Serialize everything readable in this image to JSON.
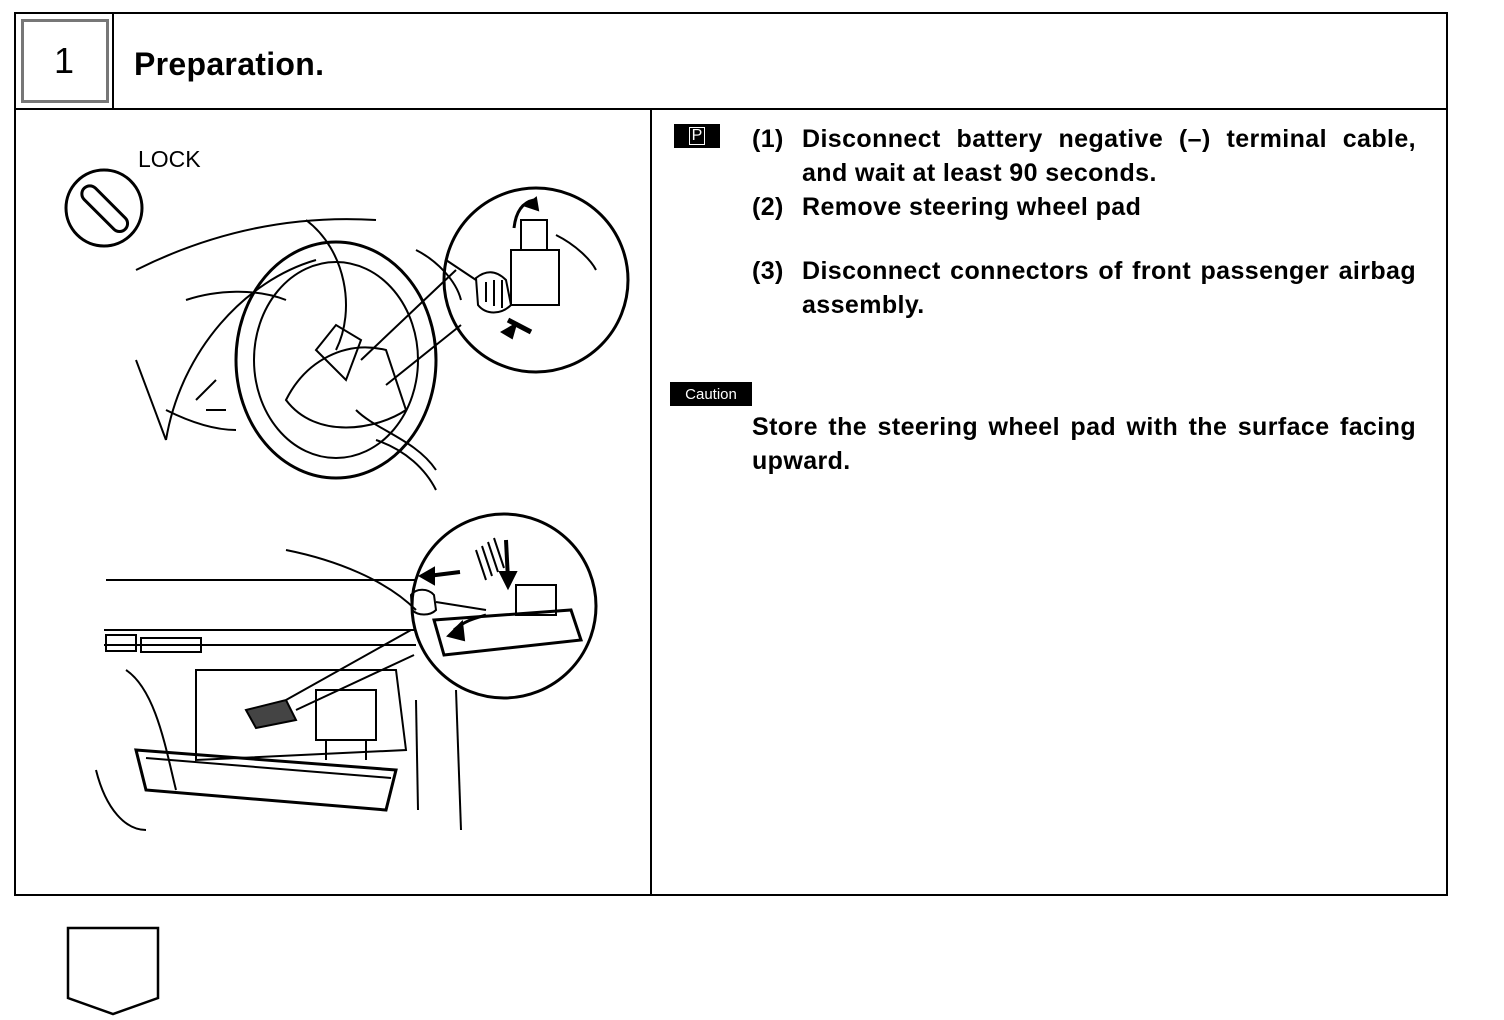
{
  "step": {
    "number": "1",
    "title": "Preparation."
  },
  "illustration": {
    "lock_label": "LOCK"
  },
  "badges": {
    "p": "P",
    "caution": "Caution"
  },
  "instructions": [
    {
      "num": "(1)",
      "text": "Disconnect battery negative (–) terminal cable, and wait at least 90 seconds."
    },
    {
      "num": "(2)",
      "text": "Remove steering wheel pad"
    },
    {
      "num": "(3)",
      "text": "Disconnect connectors of front passenger airbag assembly."
    }
  ],
  "caution_text": "Store the steering wheel pad with the surface facing upward."
}
